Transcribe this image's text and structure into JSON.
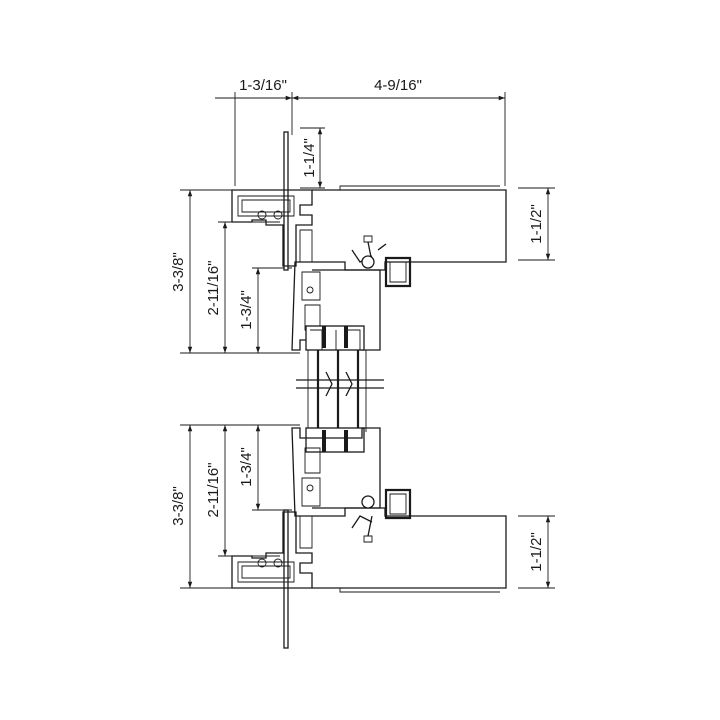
{
  "dimensions": {
    "top_left_width": "1-3/16\"",
    "top_right_width": "4-9/16\"",
    "upper_flange_height": "1-1/4\"",
    "upper_overall_height": "3-3/8\"",
    "upper_frame_depth": "2-11/16\"",
    "upper_sash_depth": "1-3/4\"",
    "upper_jamb_thickness": "1-1/2\"",
    "lower_overall_height": "3-3/8\"",
    "lower_frame_depth": "2-11/16\"",
    "lower_sash_depth": "1-3/4\"",
    "lower_jamb_thickness": "1-1/2\""
  }
}
